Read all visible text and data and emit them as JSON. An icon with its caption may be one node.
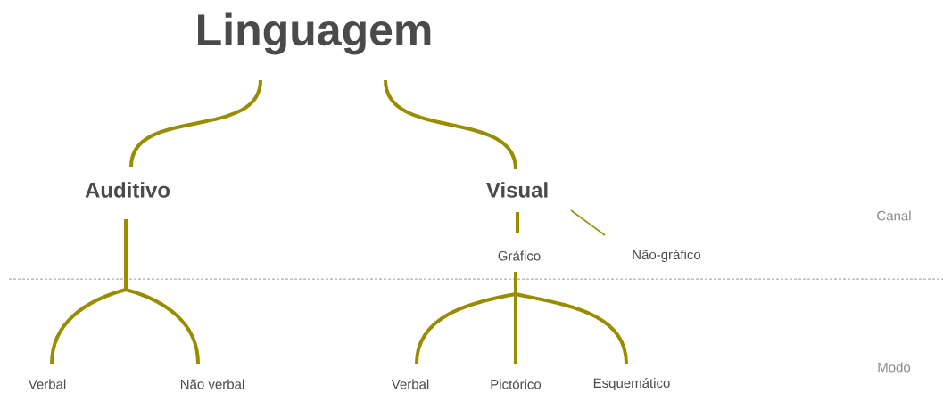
{
  "diagram": {
    "nodes": [
      {
        "text": [
          "Linguagem"
        ]
      },
      {
        "text": [
          "Auditivo"
        ]
      },
      {
        "text": [
          "Visual"
        ]
      },
      {
        "text": [
          "Gráfico"
        ]
      },
      {
        "text": [
          "Não-gráfico"
        ]
      },
      {
        "text": [
          "Verbal"
        ]
      },
      {
        "text": [
          "Não verbal"
        ]
      },
      {
        "text": [
          "Verbal"
        ]
      },
      {
        "text": [
          "Pictórico"
        ]
      },
      {
        "text": [
          "Esquemático"
        ]
      }
    ],
    "edges": [
      {
        "from": 0,
        "to": 1,
        "arrow": "none"
      },
      {
        "from": 0,
        "to": 2,
        "arrow": "none"
      },
      {
        "from": 2,
        "to": 3,
        "arrow": "none"
      },
      {
        "from": 2,
        "to": 4,
        "arrow": "none"
      },
      {
        "from": 1,
        "to": 5,
        "arrow": "none"
      },
      {
        "from": 1,
        "to": 6,
        "arrow": "none"
      },
      {
        "from": 3,
        "to": 7,
        "arrow": "none"
      },
      {
        "from": 3,
        "to": 8,
        "arrow": "none"
      },
      {
        "from": 3,
        "to": 9,
        "arrow": "none"
      }
    ],
    "labels": [
      "Canal",
      "Modo"
    ]
  }
}
